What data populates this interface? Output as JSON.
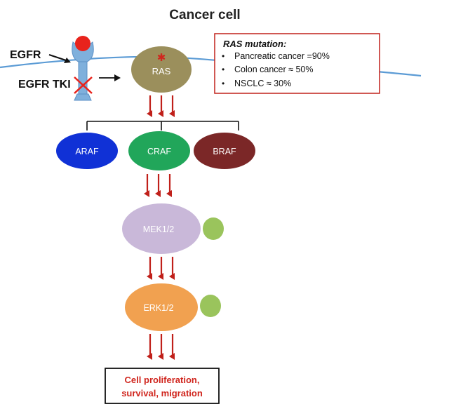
{
  "title": "Cancer cell",
  "colors": {
    "membrane": "#5b9bd5",
    "receptor": "#7fb0dc",
    "ligand": "#e8231c",
    "ras": "#9b8f5c",
    "ras_mark": "#d0261e",
    "araf": "#1031d6",
    "craf": "#21a65a",
    "braf": "#7b2727",
    "mek": "#c9b8d9",
    "erk": "#f1a150",
    "phospho": "#9ac45c",
    "arrow": "#c0201a",
    "box_border": "#c0201a",
    "box_text": "#d0261e"
  },
  "labels": {
    "egfr": "EGFR",
    "egfr_tki": "EGFR TKI",
    "ras": "RAS",
    "araf": "ARAF",
    "craf": "CRAF",
    "braf": "BRAF",
    "mek": "MEK1/2",
    "erk": "ERK1/2",
    "outcome_line1": "Cell proliferation,",
    "outcome_line2": "survival, migration"
  },
  "mutation_box": {
    "heading": "RAS mutation:",
    "items": [
      "Pancreatic cancer =90%",
      "Colon cancer ≈ 50%",
      "NSCLC ≈ 30%"
    ]
  }
}
